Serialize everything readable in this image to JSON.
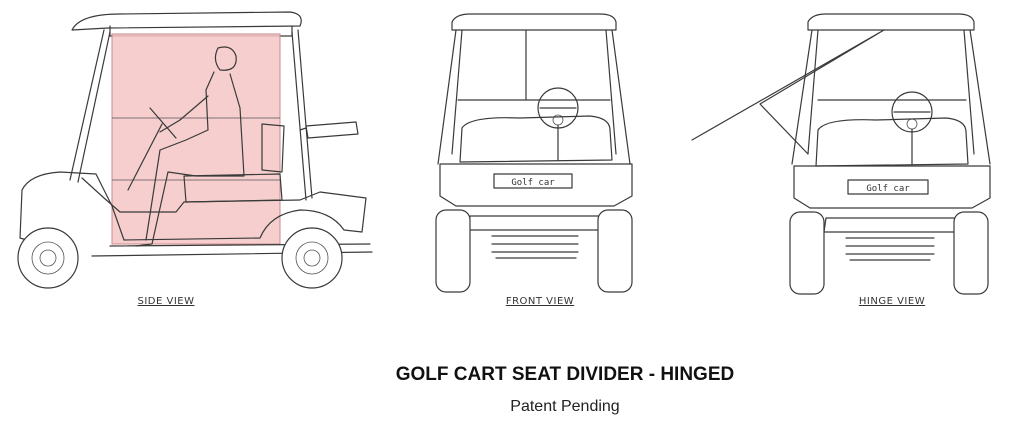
{
  "views": {
    "side": "SIDE VIEW",
    "front": "FRONT VIEW",
    "hinge": "HINGE VIEW"
  },
  "dash_badge_front": "Golf car",
  "dash_badge_hinge": "Golf car",
  "title": "GOLF CART SEAT DIVIDER - HINGED",
  "subtitle": "Patent Pending",
  "colors": {
    "divider_panel": "#f4c6c6",
    "line": "#3a3a3a"
  }
}
